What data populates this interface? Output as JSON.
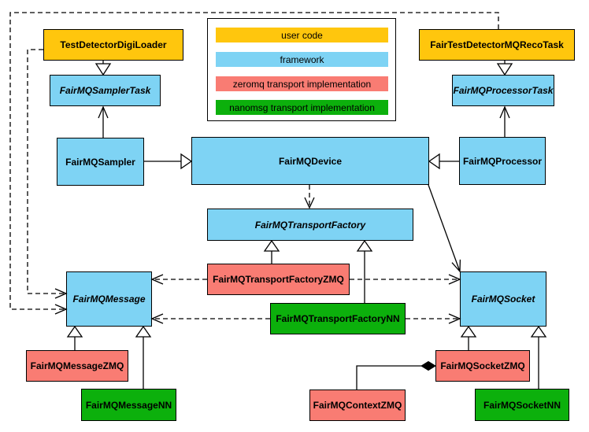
{
  "legend": {
    "items": [
      {
        "label": "user code",
        "color": "#FFC60D"
      },
      {
        "label": "framework",
        "color": "#7ED3F4"
      },
      {
        "label": "zeromq transport implementation",
        "color": "#F97C73"
      },
      {
        "label": "nanomsg transport implementation",
        "color": "#0CB00C"
      }
    ]
  },
  "nodes": {
    "digiloader": {
      "label": "TestDetectorDigiLoader",
      "category": "user code",
      "abstract": false
    },
    "recotask": {
      "label": "FairTestDetectorMQRecoTask",
      "category": "user code",
      "abstract": false
    },
    "samplertask": {
      "label": "FairMQSamplerTask",
      "category": "framework",
      "abstract": true
    },
    "processortask": {
      "label": "FairMQProcessorTask",
      "category": "framework",
      "abstract": true
    },
    "sampler": {
      "label": "FairMQSampler",
      "category": "framework",
      "abstract": false
    },
    "device": {
      "label": "FairMQDevice",
      "category": "framework",
      "abstract": false
    },
    "processor": {
      "label": "FairMQProcessor",
      "category": "framework",
      "abstract": false
    },
    "transportfactory": {
      "label": "FairMQTransportFactory",
      "category": "framework",
      "abstract": true
    },
    "tfzmq": {
      "label": "FairMQTransportFactoryZMQ",
      "category": "zeromq transport implementation",
      "abstract": false
    },
    "tfnn": {
      "label": "FairMQTransportFactoryNN",
      "category": "nanomsg transport implementation",
      "abstract": false
    },
    "message": {
      "label": "FairMQMessage",
      "category": "framework",
      "abstract": true
    },
    "socket": {
      "label": "FairMQSocket",
      "category": "framework",
      "abstract": true
    },
    "messagezmq": {
      "label": "FairMQMessageZMQ",
      "category": "zeromq transport implementation",
      "abstract": false
    },
    "messagenn": {
      "label": "FairMQMessageNN",
      "category": "nanomsg transport implementation",
      "abstract": false
    },
    "socketzmq": {
      "label": "FairMQSocketZMQ",
      "category": "zeromq transport implementation",
      "abstract": false
    },
    "socketnn": {
      "label": "FairMQSocketNN",
      "category": "nanomsg transport implementation",
      "abstract": false
    },
    "contextzmq": {
      "label": "FairMQContextZMQ",
      "category": "zeromq transport implementation",
      "abstract": false
    }
  },
  "relationships": [
    {
      "from": "TestDetectorDigiLoader",
      "to": "FairMQSamplerTask",
      "type": "inheritance"
    },
    {
      "from": "FairTestDetectorMQRecoTask",
      "to": "FairMQProcessorTask",
      "type": "inheritance"
    },
    {
      "from": "FairMQSampler",
      "to": "FairMQDevice",
      "type": "inheritance"
    },
    {
      "from": "FairMQProcessor",
      "to": "FairMQDevice",
      "type": "inheritance"
    },
    {
      "from": "FairMQSampler",
      "to": "FairMQSamplerTask",
      "type": "association"
    },
    {
      "from": "FairMQProcessor",
      "to": "FairMQProcessorTask",
      "type": "association"
    },
    {
      "from": "FairMQDevice",
      "to": "FairMQTransportFactory",
      "type": "dependency"
    },
    {
      "from": "FairMQDevice",
      "to": "FairMQSocket",
      "type": "association"
    },
    {
      "from": "FairMQTransportFactoryZMQ",
      "to": "FairMQTransportFactory",
      "type": "inheritance"
    },
    {
      "from": "FairMQTransportFactoryNN",
      "to": "FairMQTransportFactory",
      "type": "inheritance"
    },
    {
      "from": "FairMQTransportFactoryZMQ",
      "to": "FairMQMessage",
      "type": "dependency"
    },
    {
      "from": "FairMQTransportFactoryZMQ",
      "to": "FairMQSocket",
      "type": "dependency"
    },
    {
      "from": "FairMQTransportFactoryNN",
      "to": "FairMQMessage",
      "type": "dependency"
    },
    {
      "from": "FairMQTransportFactoryNN",
      "to": "FairMQSocket",
      "type": "dependency"
    },
    {
      "from": "TestDetectorDigiLoader",
      "to": "FairMQMessage",
      "type": "dependency"
    },
    {
      "from": "FairTestDetectorMQRecoTask",
      "to": "FairMQMessage",
      "type": "dependency"
    },
    {
      "from": "FairMQMessageZMQ",
      "to": "FairMQMessage",
      "type": "inheritance"
    },
    {
      "from": "FairMQMessageNN",
      "to": "FairMQMessage",
      "type": "inheritance"
    },
    {
      "from": "FairMQSocketZMQ",
      "to": "FairMQSocket",
      "type": "inheritance"
    },
    {
      "from": "FairMQSocketNN",
      "to": "FairMQSocket",
      "type": "inheritance"
    },
    {
      "from": "FairMQContextZMQ",
      "to": "FairMQSocketZMQ",
      "type": "composition"
    }
  ]
}
